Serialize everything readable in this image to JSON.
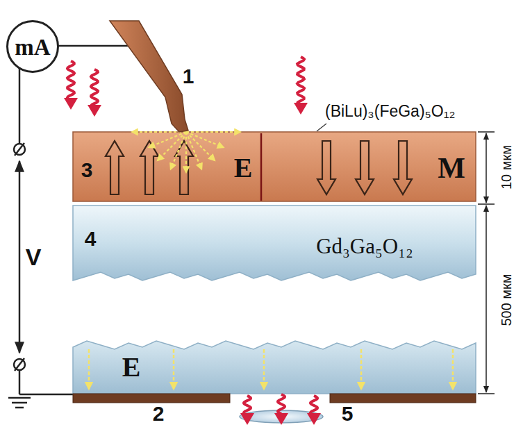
{
  "diagram": {
    "nodes": [
      {
        "text": [
          "mA"
        ]
      },
      {
        "text": [
          "3",
          "E",
          "M"
        ]
      },
      {
        "text": [
          "4",
          "Gd₃Ga₅O₁₂"
        ]
      },
      {
        "text": [
          "E"
        ]
      }
    ],
    "labels": [
      "1",
      "(BiLu)₃(FeGa)₅O₁₂",
      "10 мкм",
      "V",
      "500 мкм",
      "2",
      "5"
    ]
  }
}
